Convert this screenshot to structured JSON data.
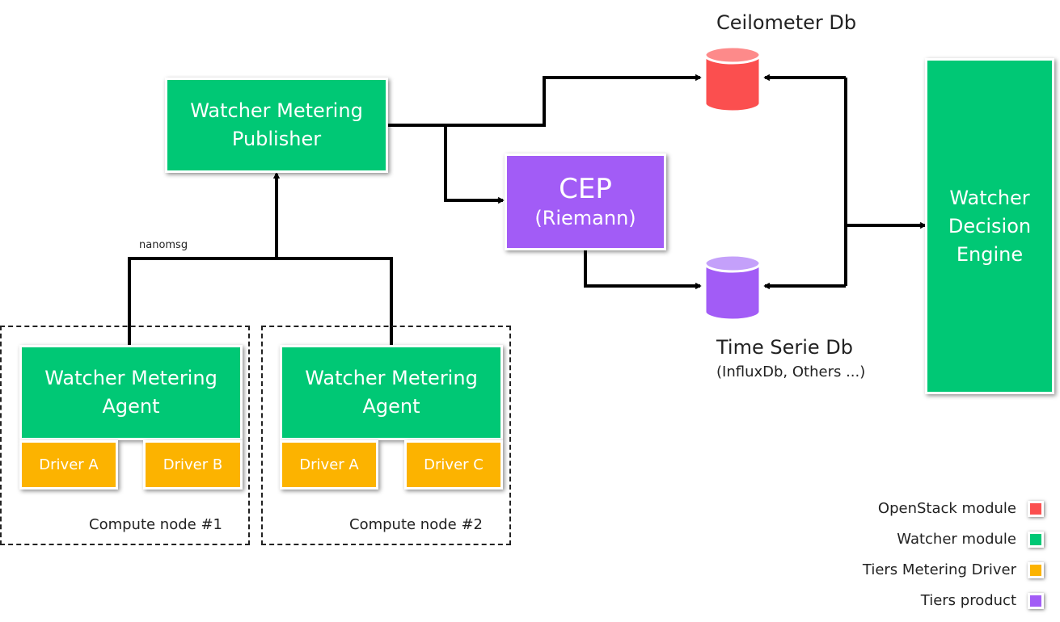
{
  "publisher": {
    "label": "Watcher Metering\nPublisher"
  },
  "cep": {
    "title": "CEP",
    "subtitle": "(Riemann)"
  },
  "decision_engine": {
    "label": "Watcher\nDecision\nEngine"
  },
  "ceilometer_db": {
    "label": "Ceilometer Db",
    "color": "#fb4f4f"
  },
  "time_serie_db": {
    "label": "Time Serie Db",
    "sublabel": "(InfluxDb, Others ...)",
    "color": "#a25cf6"
  },
  "transport_label": "nanomsg",
  "compute_nodes": [
    {
      "label": "Compute  node #1",
      "agent": "Watcher Metering\nAgent",
      "drivers": [
        "Driver A",
        "Driver B"
      ]
    },
    {
      "label": "Compute  node #2",
      "agent": "Watcher Metering\nAgent",
      "drivers": [
        "Driver A",
        "Driver C"
      ]
    }
  ],
  "legend": [
    {
      "label": "OpenStack module",
      "color": "#fb4f4f"
    },
    {
      "label": "Watcher module",
      "color": "#00c875"
    },
    {
      "label": "Tiers Metering Driver",
      "color": "#fcb300"
    },
    {
      "label": "Tiers product",
      "color": "#a25cf6"
    }
  ]
}
